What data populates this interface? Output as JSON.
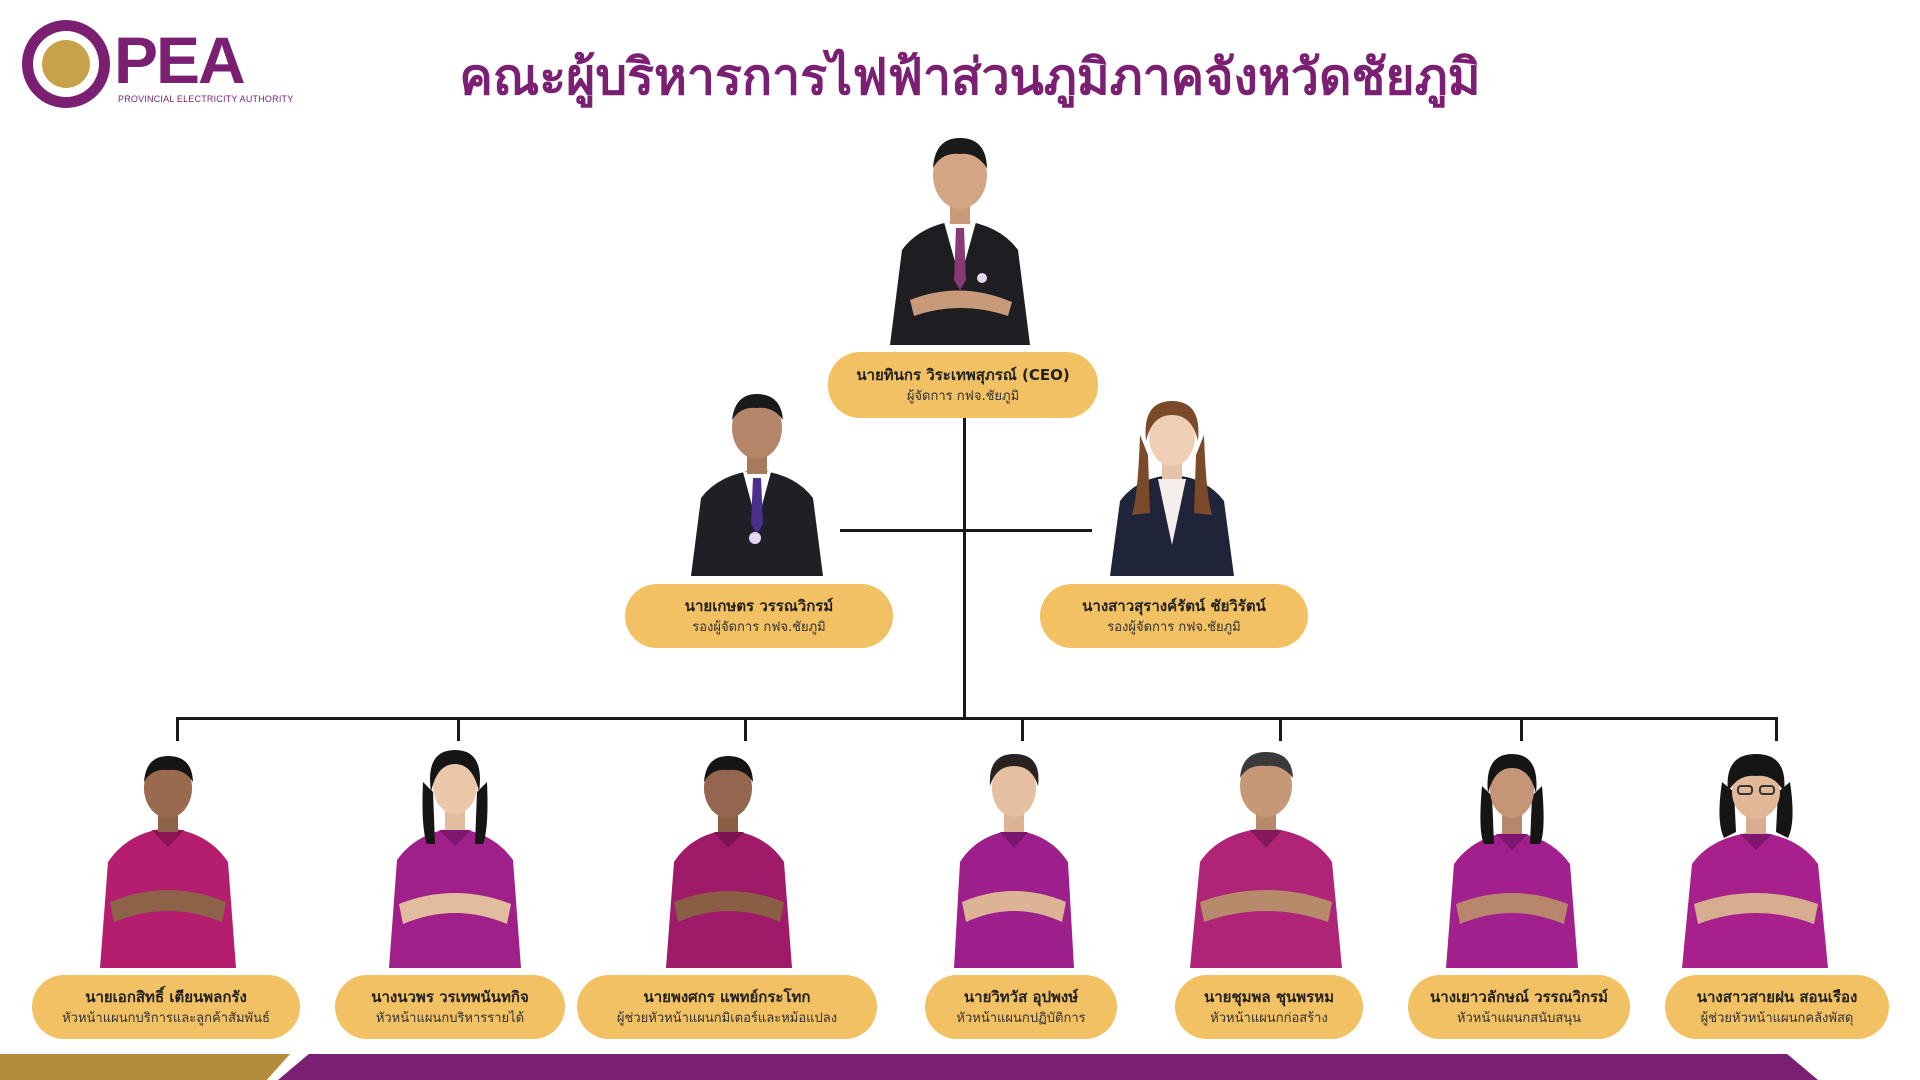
{
  "logo": {
    "brand": "PEA",
    "subtitle": "PROVINCIAL ELECTRICITY AUTHORITY",
    "seal_color": "#7a1f72",
    "seal_gold": "#c7a24a"
  },
  "title": "คณะผู้บริหารการไฟฟ้าส่วนภูมิภาคจังหวัดชัยภูมิ",
  "colors": {
    "primary_purple": "#7a1f72",
    "plate_gold": "#f1c163",
    "band_gold": "#b38d3a"
  },
  "manager": {
    "name": "นายทินกร วิระเทพสุภรณ์ (CEO)",
    "position": "ผู้จัดการ กฟจ.ชัยภูมิ"
  },
  "deputies": [
    {
      "name": "นายเกษตร วรรณวิกรม์",
      "position": "รองผู้จัดการ กฟจ.ชัยภูมิ"
    },
    {
      "name": "นางสาวสุรางค์รัตน์ ชัยวิรัตน์",
      "position": "รองผู้จัดการ กฟจ.ชัยภูมิ"
    }
  ],
  "heads": [
    {
      "name": "นายเอกสิทธิ์ เตียนพลกรัง",
      "position": "หัวหน้าแผนกบริการและลูกค้าสัมพันธ์"
    },
    {
      "name": "นางนวพร วรเทพนันทกิจ",
      "position": "หัวหน้าแผนกบริหารรายได้"
    },
    {
      "name": "นายพงศกร แพทย์กระโทก",
      "position": "ผู้ช่วยหัวหน้าแผนกมิเตอร์และหม้อแปลง"
    },
    {
      "name": "นายวิทวัส อุปพงษ์",
      "position": "หัวหน้าแผนกปฏิบัติการ"
    },
    {
      "name": "นายชุมพล ชุนพรหม",
      "position": "หัวหน้าแผนกก่อสร้าง"
    },
    {
      "name": "นางเยาวลักษณ์ วรรณวิกรม์",
      "position": "หัวหน้าแผนกสนับสนุน"
    },
    {
      "name": "นางสาวสายฝน สอนเรือง",
      "position": "ผู้ช่วยหัวหน้าแผนกคลังพัสดุ"
    }
  ]
}
